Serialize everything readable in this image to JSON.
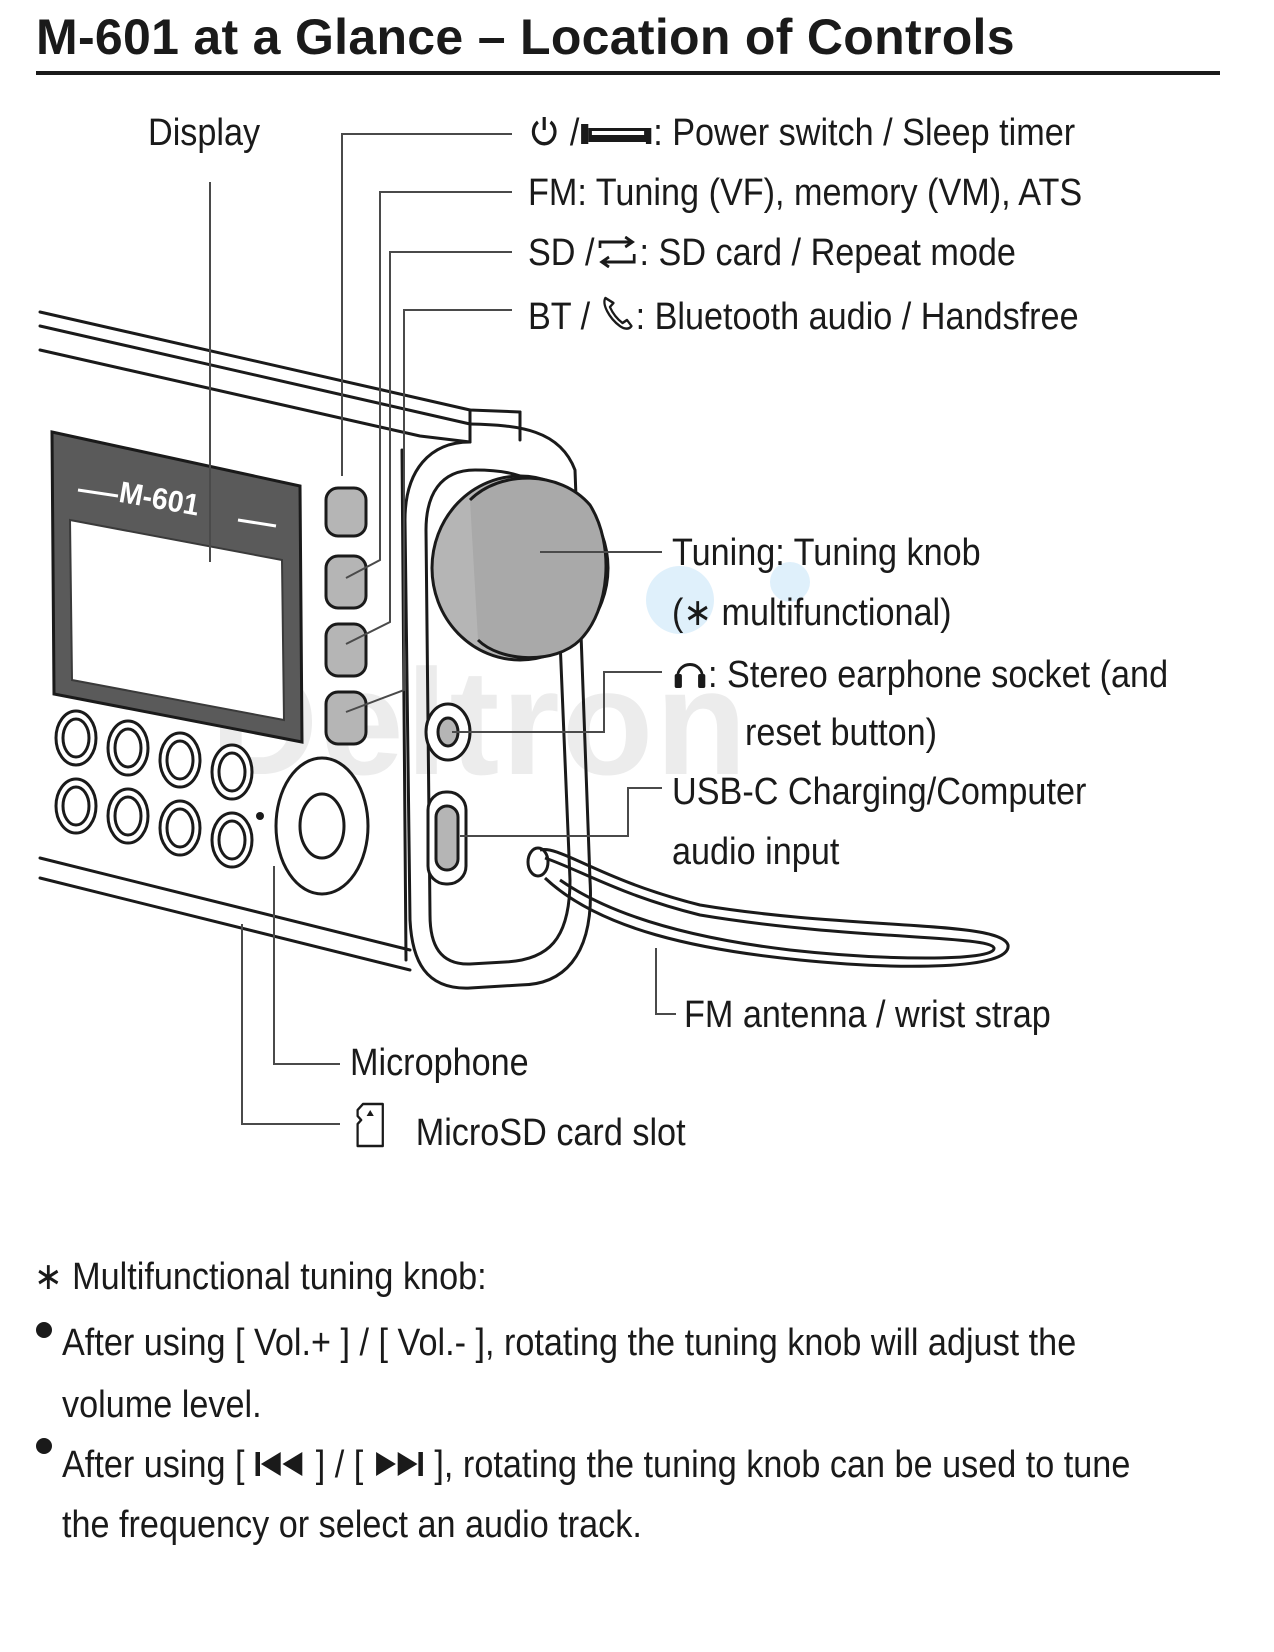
{
  "title": "M-601 at a Glance – Location of Controls",
  "watermark": "Deltron",
  "device": {
    "model_label": "M-601"
  },
  "labels": {
    "display": "Display",
    "power": ": Power switch / Sleep timer",
    "power_prefix": "/",
    "fm": "FM: Tuning (VF), memory (VM), ATS",
    "sd_prefix": "SD /",
    "sd": ": SD card / Repeat mode",
    "bt_prefix": "BT /",
    "bt": ": Bluetooth audio / Handsfree",
    "tuning_line1": "Tuning: Tuning knob",
    "tuning_line2": "(∗ multifunctional)",
    "earphone_line1": ": Stereo earphone socket (and",
    "earphone_line2": "reset button)",
    "usb_line1": "USB-C Charging/Computer",
    "usb_line2": "audio input",
    "antenna": "FM antenna / wrist strap",
    "microphone": "Microphone",
    "microsd": "MicroSD card slot"
  },
  "notes": {
    "heading": "∗ Multifunctional tuning knob:",
    "bullet1_line1": "After using [ Vol.+ ] / [ Vol.- ], rotating the tuning knob will adjust the",
    "bullet1_line2": "volume level.",
    "bullet2_pre": "After using [",
    "bullet2_mid": "] / [",
    "bullet2_post": "], rotating the tuning knob can be used to tune",
    "bullet2_line2": "the frequency or select an audio track."
  },
  "icons": {
    "power": "power-icon",
    "sleep": "sleep-timer-icon",
    "repeat": "repeat-icon",
    "phone": "handset-icon",
    "headphones": "headphones-icon",
    "microsd": "microsd-card-icon",
    "prev": "skip-previous-icon",
    "next": "skip-next-icon"
  },
  "colors": {
    "ink": "#1a1a1a",
    "screen_bezel": "#5a5a5a",
    "knob": "#b5b5b5",
    "watermark": "#ececec",
    "watermark_accent": "#dff0fb"
  }
}
